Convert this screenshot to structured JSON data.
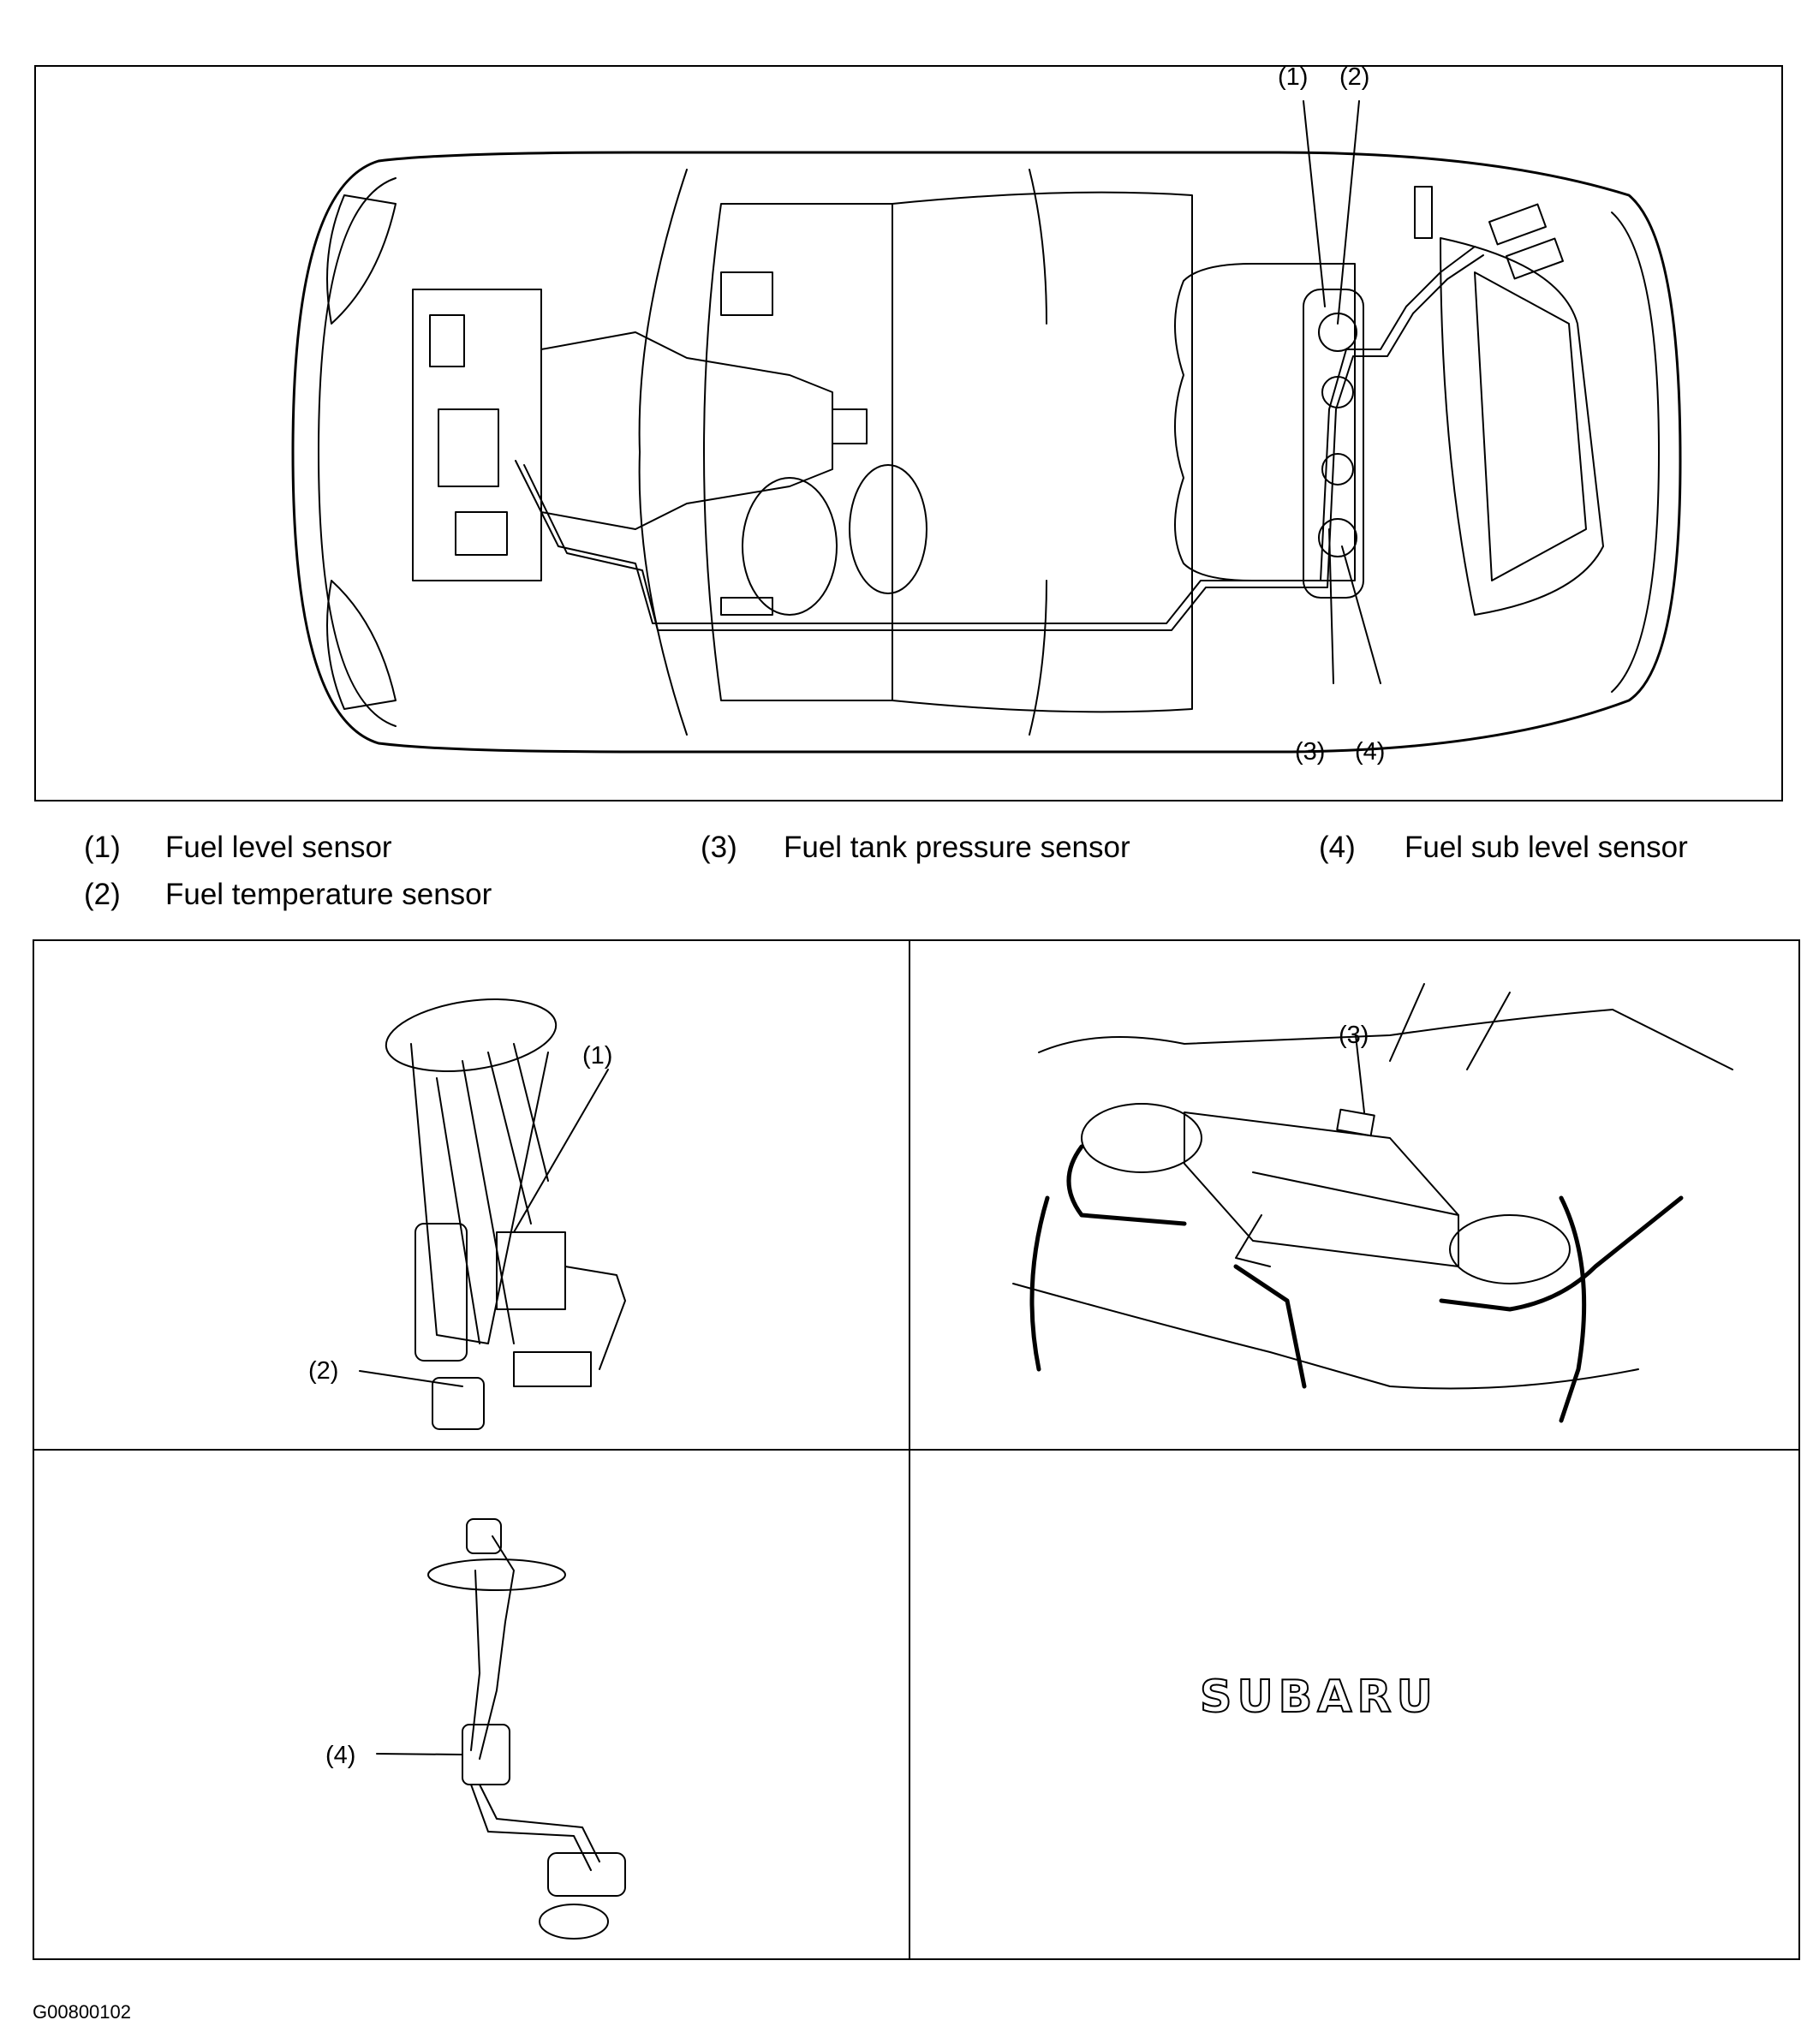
{
  "callouts": {
    "overview": {
      "c1": "(1)",
      "c2": "(2)",
      "c3": "(3)",
      "c4": "(4)"
    },
    "level_sensor": "(1)",
    "temp_sensor": "(2)",
    "pressure_sensor": "(3)",
    "sub_level_sensor": "(4)"
  },
  "legend": [
    {
      "num": "(1)",
      "label": "Fuel level sensor"
    },
    {
      "num": "(2)",
      "label": "Fuel temperature sensor"
    },
    {
      "num": "(3)",
      "label": "Fuel tank pressure sensor"
    },
    {
      "num": "(4)",
      "label": "Fuel sub level sensor"
    }
  ],
  "logo_text": "SUBARU",
  "figure_id": "G00800102"
}
